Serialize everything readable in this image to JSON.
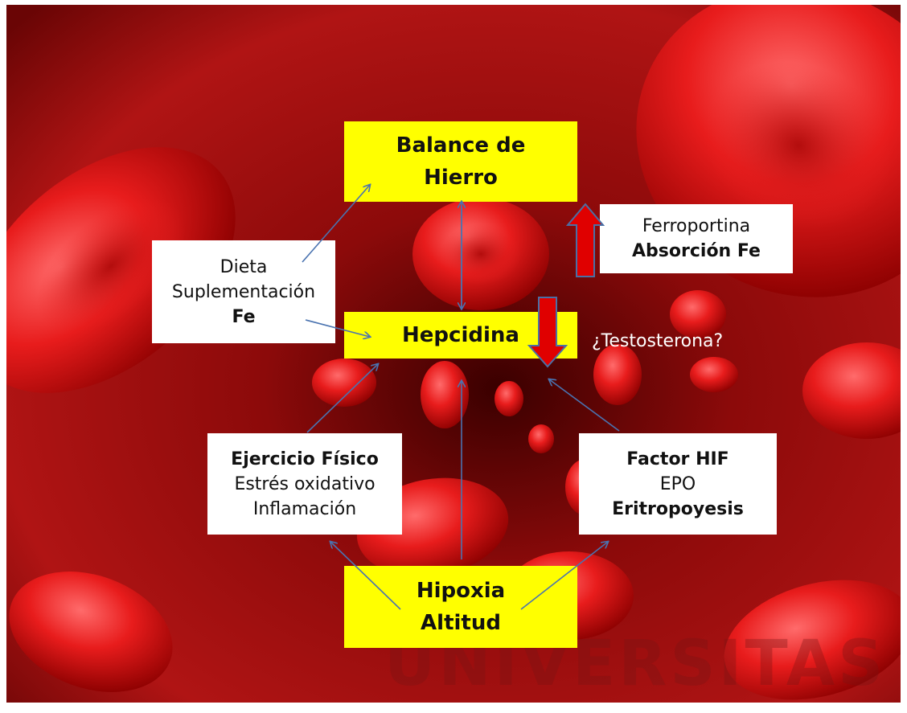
{
  "diagram": {
    "balance_line1": "Balance de",
    "balance_line2": "Hierro",
    "hepcidina": "Hepcidina",
    "hipoxia_line1": "Hipoxia",
    "hipoxia_line2": "Altitud",
    "dieta": {
      "line1": "Dieta",
      "line2": "Suplementación",
      "line3": "Fe"
    },
    "ferro": {
      "line1": "Ferroportina",
      "line2": "Absorción Fe"
    },
    "testosterona": "¿Testosterona?",
    "ejercicio": {
      "line1": "Ejercicio Físico",
      "line2": "Estrés oxidativo",
      "line3": "Inflamación"
    },
    "factor": {
      "line1": "Factor HIF",
      "line2": "EPO",
      "line3": "Eritropoyesis"
    },
    "watermark": "UNIVERSITAS"
  },
  "colors": {
    "box_yellow": "#ffff00",
    "box_white": "#ffffff",
    "arrow_up_down": "#e00000",
    "arrow_outline": "#4a6fa5",
    "connector": "#4a73b0"
  }
}
